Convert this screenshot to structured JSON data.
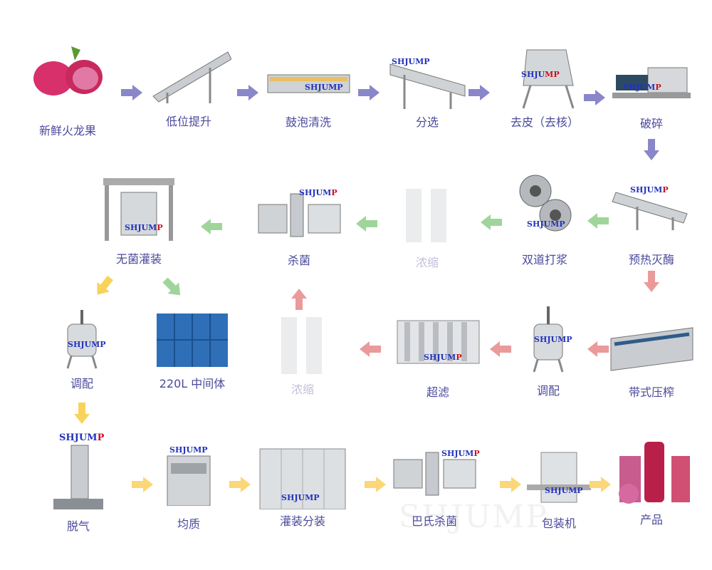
{
  "brand": "SHJUMP",
  "colors": {
    "label": "#4b4a9c",
    "arrow_row1": "#8986c9",
    "arrow_row2": "#9fd59a",
    "arrow_row3": "#ea9a9a",
    "arrow_row4": "#fcd777",
    "arrow_diag_yellow": "#f7d35a"
  },
  "steps": {
    "fresh_fruit": "新鲜火龙果",
    "low_lift": "低位提升",
    "bubble_wash": "鼓泡清洗",
    "sorting": "分选",
    "peeling": "去皮（去核）",
    "crushing": "破碎",
    "preheat": "预热灭酶",
    "pulping": "双道打浆",
    "concentrate_1": "浓缩",
    "sterilize": "杀菌",
    "aseptic_fill": "无菌灌装",
    "drum_220l": "220L 中间体",
    "blend_1": "调配",
    "belt_press": "带式压榨",
    "blend_2": "调配",
    "ultrafiltration": "超滤",
    "concentrate_2": "浓缩",
    "degas": "脱气",
    "homogenize": "均质",
    "filling": "灌装分装",
    "pasteurize": "巴氏杀菌",
    "packing": "包装机",
    "product": "产品"
  }
}
